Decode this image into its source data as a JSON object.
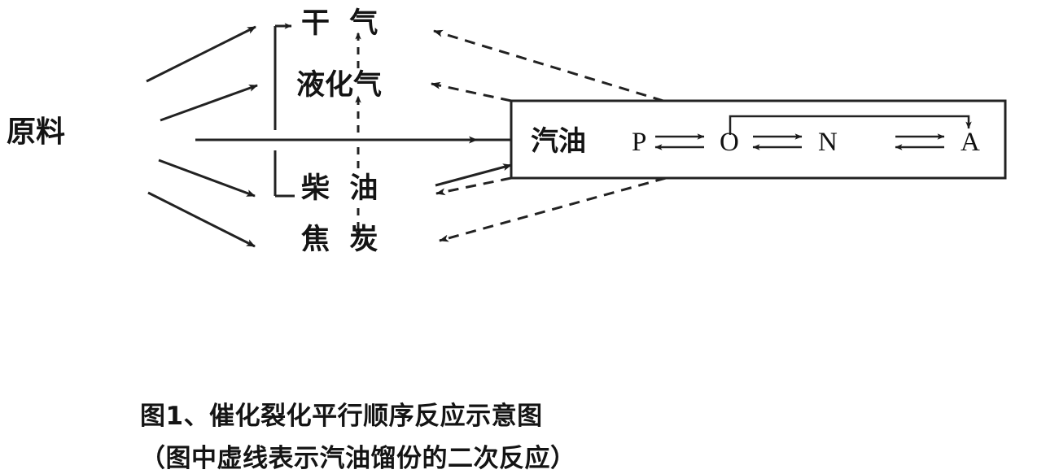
{
  "figure": {
    "background_color": "#ffffff",
    "line_color": "#222222",
    "text_color": "#141414",
    "feed": {
      "label": "原料"
    },
    "products": [
      {
        "id": "dry-gas",
        "label": "干  气"
      },
      {
        "id": "liquefied-gas",
        "label": "液化气"
      },
      {
        "id": "diesel",
        "label": "柴  油"
      },
      {
        "id": "coke",
        "label": "焦  炭"
      }
    ],
    "reaction_box": {
      "title": "汽油",
      "species": [
        {
          "id": "p",
          "label": "P"
        },
        {
          "id": "o",
          "label": "O"
        },
        {
          "id": "n",
          "label": "N"
        },
        {
          "id": "a",
          "label": "A"
        }
      ],
      "equilibrium_symbol": "reversible-double-arrow",
      "recycle_loop": "O-to-A-overhead-loop"
    },
    "caption": {
      "line1": "图1、催化裂化平行顺序反应示意图",
      "line2": "（图中虚线表示汽油馏份的二次反应）"
    },
    "legend_note": "dashed lines represent secondary reactions of the gasoline fraction"
  }
}
